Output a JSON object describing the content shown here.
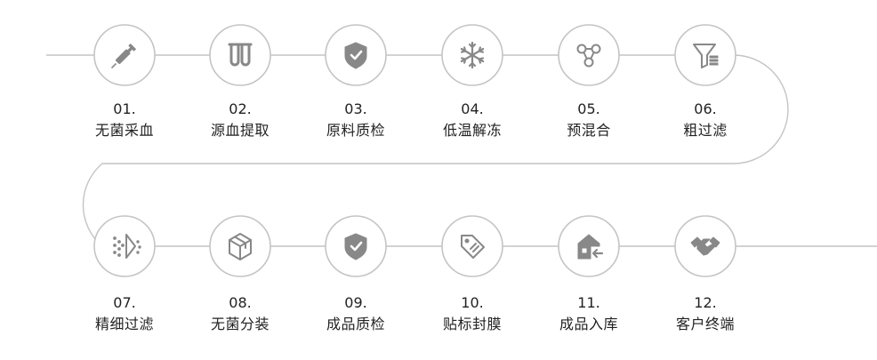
{
  "colors": {
    "line": "#c4c4c4",
    "circle_border": "#c4c4c4",
    "icon": "#888888",
    "text": "#222222",
    "background": "#ffffff"
  },
  "steps": [
    {
      "num": "01.",
      "label": "无菌采血",
      "icon": "syringe-icon"
    },
    {
      "num": "02.",
      "label": "源血提取",
      "icon": "test-tubes-icon"
    },
    {
      "num": "03.",
      "label": "原料质检",
      "icon": "shield-check-icon"
    },
    {
      "num": "04.",
      "label": "低温解冻",
      "icon": "snowflake-icon"
    },
    {
      "num": "05.",
      "label": "预混合",
      "icon": "molecule-icon"
    },
    {
      "num": "06.",
      "label": "粗过滤",
      "icon": "filter-icon"
    },
    {
      "num": "07.",
      "label": "精细过滤",
      "icon": "fine-filter-icon"
    },
    {
      "num": "08.",
      "label": "无菌分装",
      "icon": "package-box-icon"
    },
    {
      "num": "09.",
      "label": "成品质检",
      "icon": "shield-check-icon"
    },
    {
      "num": "10.",
      "label": "贴标封膜",
      "icon": "price-tag-icon"
    },
    {
      "num": "11.",
      "label": "成品入库",
      "icon": "warehouse-icon"
    },
    {
      "num": "12.",
      "label": "客户终端",
      "icon": "handshake-icon"
    }
  ]
}
